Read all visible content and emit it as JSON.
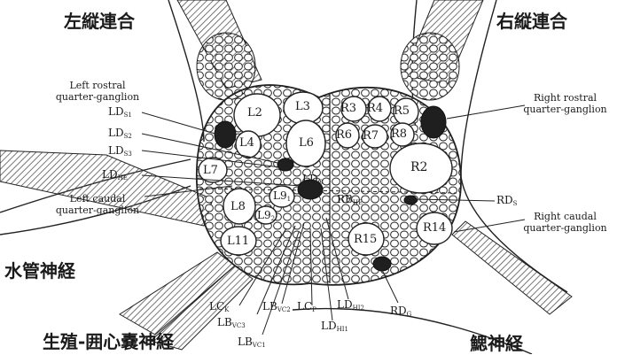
{
  "labels": {
    "left_connective": "左縦連合",
    "right_connective": "右縦連合",
    "siphon_nerve": "水管神経",
    "genital_nerve": "生殖-囲心嚢神経",
    "branchial_nerve": "鰓神経",
    "left_rostral": [
      "Left rostral",
      "quarter-ganglion"
    ],
    "right_rostral": [
      "Right rostral",
      "quarter-ganglion"
    ],
    "left_caudal": [
      "Left caudal",
      "quarter-ganglion"
    ],
    "right_caudal": [
      "Right caudal",
      "quarter-ganglion"
    ],
    "LDs1": {
      "main": "LD",
      "sub": "S1"
    },
    "LDs2": {
      "main": "LD",
      "sub": "S2"
    },
    "LDs3": {
      "main": "LD",
      "sub": "S3"
    },
    "LDhe": {
      "main": "LD",
      "sub": "HE"
    },
    "RDs": {
      "main": "RD",
      "sub": "S"
    },
    "LCk": {
      "main": "LC",
      "sub": "K"
    },
    "LBvc3": {
      "main": "LB",
      "sub": "VC3"
    },
    "LBvc2": {
      "main": "LB",
      "sub": "VC2"
    },
    "LBvc1": {
      "main": "LB",
      "sub": "VC1"
    },
    "LCp": {
      "main": "LC",
      "sub": "P"
    },
    "LDhi1": {
      "main": "LD",
      "sub": "HI1"
    },
    "LDhi2": {
      "main": "LD",
      "sub": "HI2"
    },
    "RDg": {
      "main": "RD",
      "sub": "G"
    }
  },
  "neurons": {
    "L2": "L2",
    "L3": "L3",
    "L4": "L4",
    "L6": "L6",
    "L7": "L7",
    "L8": "L8",
    "L9_1": {
      "main": "L9",
      "sub": "1"
    },
    "L9_2": {
      "main": "L9",
      "sub": "2"
    },
    "L11": "L11",
    "R2": "R2",
    "R3": "R3",
    "R4": "R4",
    "R5": "R5",
    "R6": "R6",
    "R7": "R7",
    "R8": "R8",
    "R14": "R14",
    "R15": "R15",
    "LDg": {
      "main": "LD",
      "sub": "G"
    },
    "RBhe": {
      "main": "RB",
      "sub": "HE"
    }
  }
}
